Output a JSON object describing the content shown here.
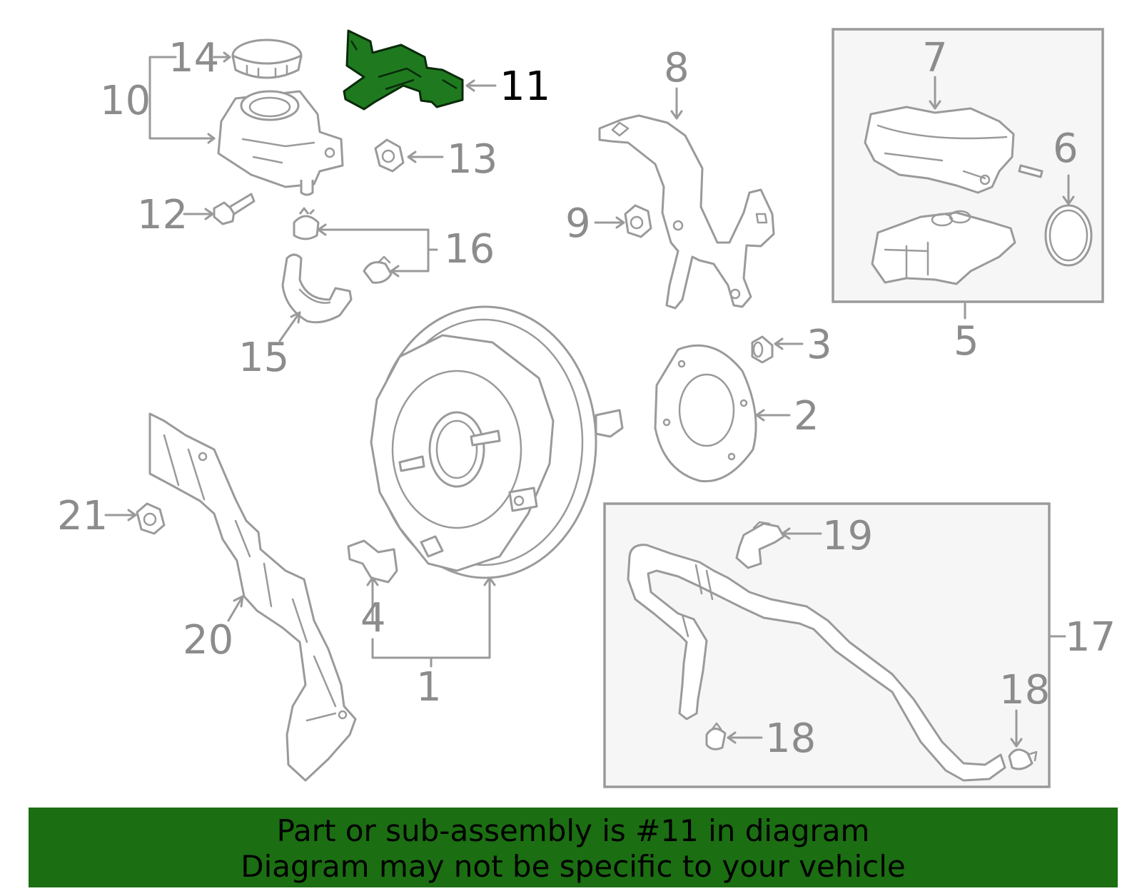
{
  "callouts": {
    "n1": "1",
    "n2": "2",
    "n3": "3",
    "n4": "4",
    "n5": "5",
    "n6": "6",
    "n7": "7",
    "n8": "8",
    "n9": "9",
    "n10": "10",
    "n11": "11",
    "n12": "12",
    "n13": "13",
    "n14": "14",
    "n15": "15",
    "n16": "16",
    "n17": "17",
    "n18a": "18",
    "n18b": "18",
    "n19": "19",
    "n20": "20",
    "n21": "21"
  },
  "highlight": {
    "part": "11",
    "fill_color": "#1f7a1f"
  },
  "banner": {
    "line1": "Part or sub-assembly is #11 in diagram",
    "line2": "Diagram may not be specific to your vehicle",
    "background_color": "#1b6e12"
  }
}
